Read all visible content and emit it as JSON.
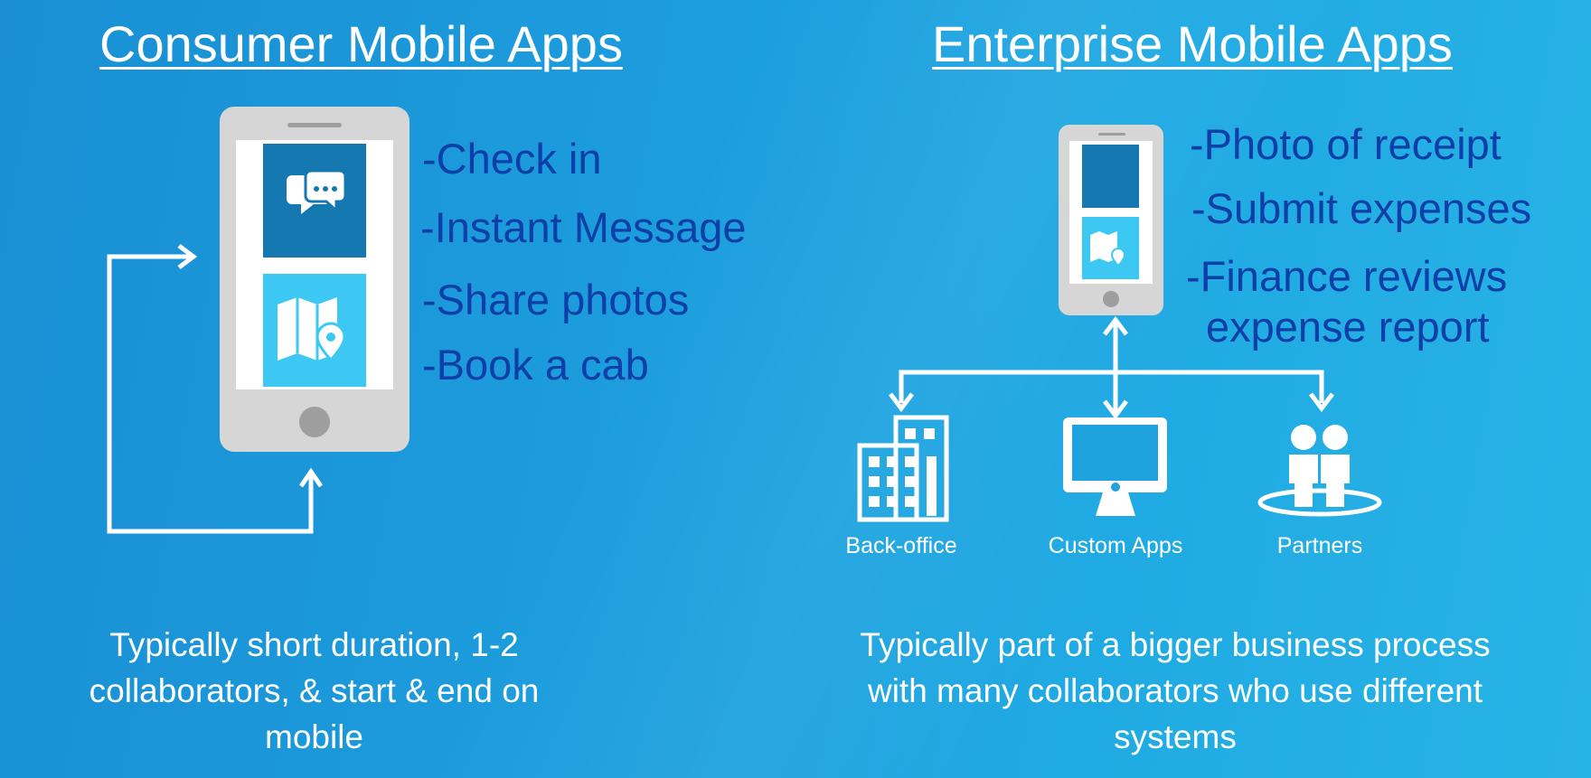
{
  "consumer": {
    "title": "Consumer Mobile Apps",
    "bullets": [
      "-Check in",
      "-Instant Message",
      "-Share photos",
      "-Book a cab"
    ],
    "caption": "Typically short duration, 1-2 collaborators, & start & end on mobile"
  },
  "enterprise": {
    "title": "Enterprise Mobile Apps",
    "bullets": [
      "-Photo of receipt",
      "-Submit expenses",
      "-Finance reviews",
      "expense report"
    ],
    "systems": [
      "Back-office",
      "Custom Apps",
      "Partners"
    ],
    "caption": "Typically part of a bigger business process with many collaborators who use different systems"
  },
  "colors": {
    "heading": "#ffffff",
    "bullet_text": "#0d3fa6",
    "phone_body": "#d6d6d6",
    "tile_dark": "#1678b0",
    "tile_light": "#3cc8f2"
  },
  "icons": [
    "chat-bubbles-icon",
    "map-pin-icon",
    "office-building-icon",
    "desktop-monitor-icon",
    "partners-people-icon"
  ]
}
